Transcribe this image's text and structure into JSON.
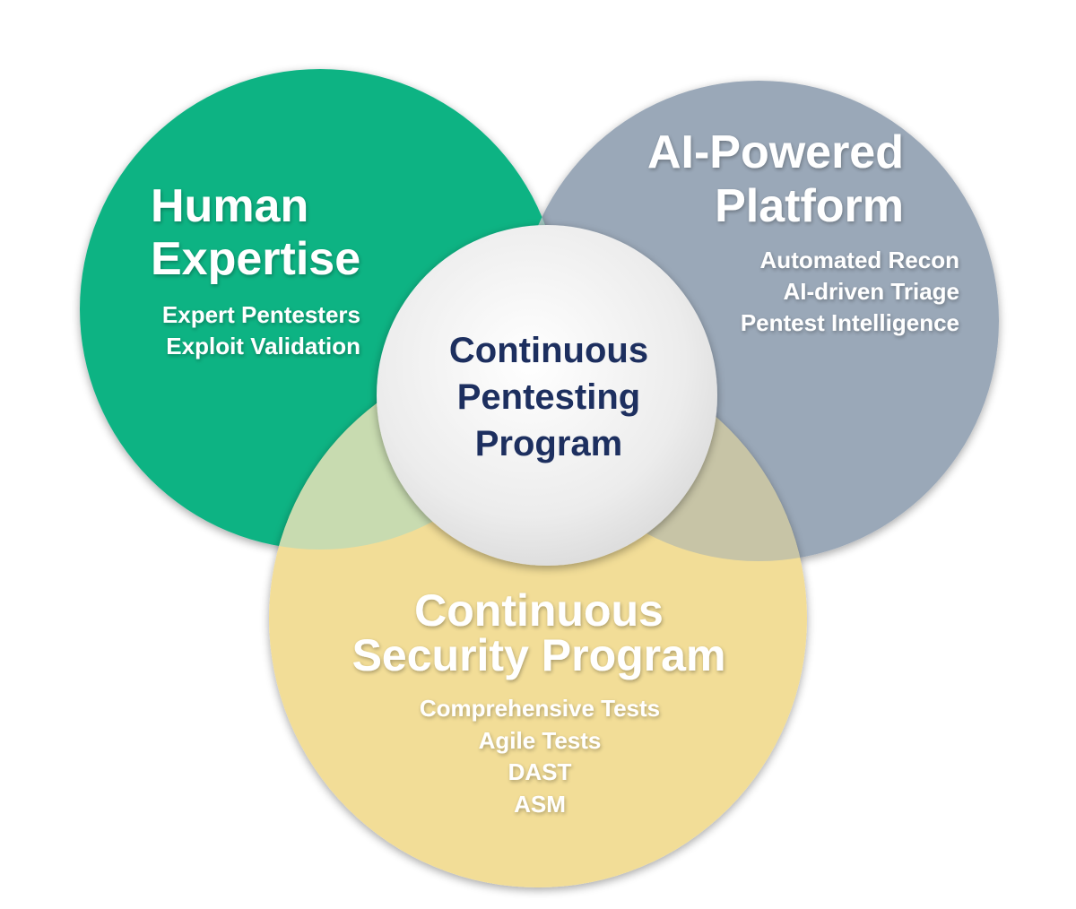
{
  "colors": {
    "human": "#10b383",
    "ai": "#9aa8b8",
    "security": "#f2dd97",
    "overlap_human_ai": "#9ec2bb",
    "overlap_human_security": "#c8dbb0",
    "overlap_ai_security": "#c7c4a6",
    "center_fill": "#f3f3f3",
    "center_text": "#1d2f5f",
    "label_text": "#ffffff"
  },
  "human": {
    "title_lines": [
      "Human",
      "Expertise"
    ],
    "items": [
      "Expert Pentesters",
      "Exploit Validation"
    ]
  },
  "ai": {
    "title_lines": [
      "AI-Powered",
      "Platform"
    ],
    "items": [
      "Automated Recon",
      "AI-driven Triage",
      "Pentest Intelligence"
    ]
  },
  "security": {
    "title_lines": [
      "Continuous",
      "Security Program"
    ],
    "items": [
      "Comprehensive Tests",
      "Agile Tests",
      "DAST",
      "ASM"
    ]
  },
  "center": {
    "title_lines": [
      "Continuous",
      "Pentesting",
      "Program"
    ]
  }
}
